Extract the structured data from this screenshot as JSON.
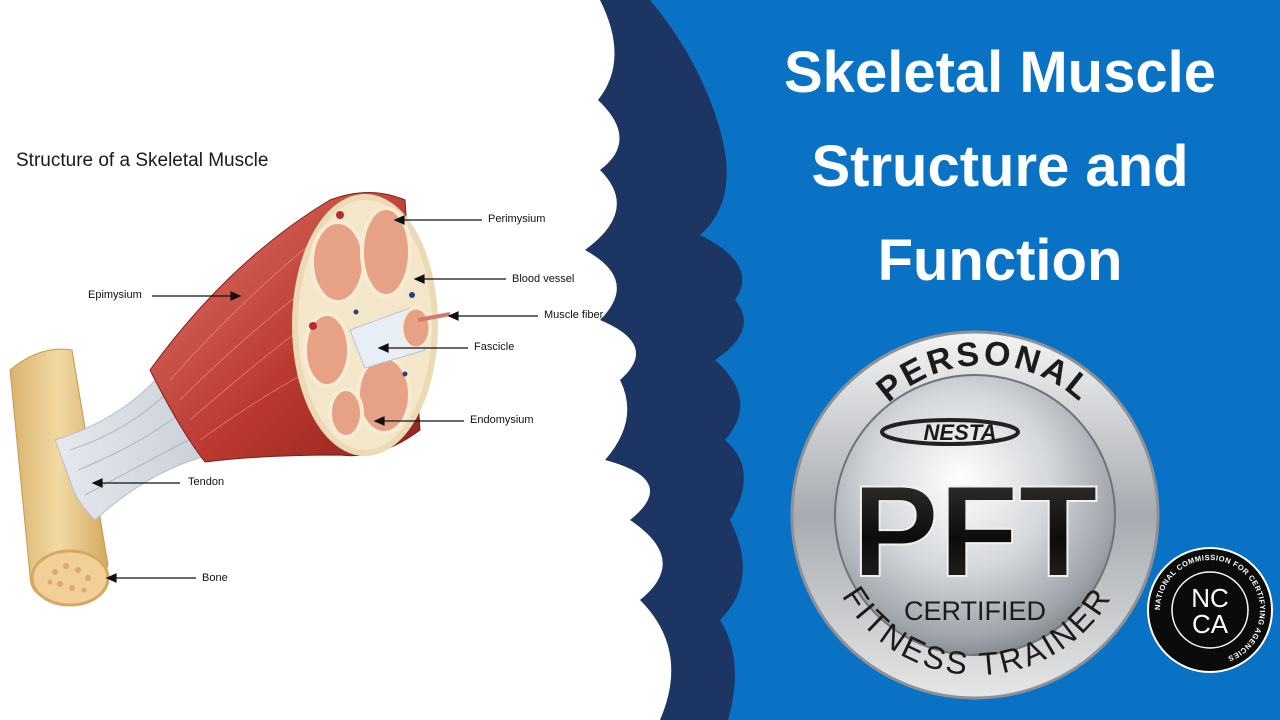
{
  "title": {
    "lines": [
      "Skeletal Muscle",
      "Structure and",
      "Function"
    ]
  },
  "diagram": {
    "heading": "Structure of a Skeletal Muscle",
    "labels": {
      "perimysium": "Perimysium",
      "blood_vessel": "Blood vessel",
      "muscle_fiber": "Muscle fiber",
      "fascicle": "Fascicle",
      "endomysium": "Endomysium",
      "epimysium": "Epimysium",
      "tendon": "Tendon",
      "bone": "Bone"
    }
  },
  "badge": {
    "top_arc": "PERSONAL",
    "brand": "NESTA",
    "main": "PFT",
    "certified": "CERTIFIED",
    "bottom_arc": "FITNESS TRAINER"
  },
  "seal": {
    "ring_text": "NATIONAL COMMISSION FOR CERTIFYING AGENCIES",
    "letters_top": "NC",
    "letters_bottom": "CA"
  },
  "colors": {
    "blue_panel": "#0a72c4",
    "navy_band": "#1d3563",
    "muscle_red": "#c0433c",
    "bone_tan": "#e7c586",
    "badge_silver": "#c9ccd0"
  }
}
